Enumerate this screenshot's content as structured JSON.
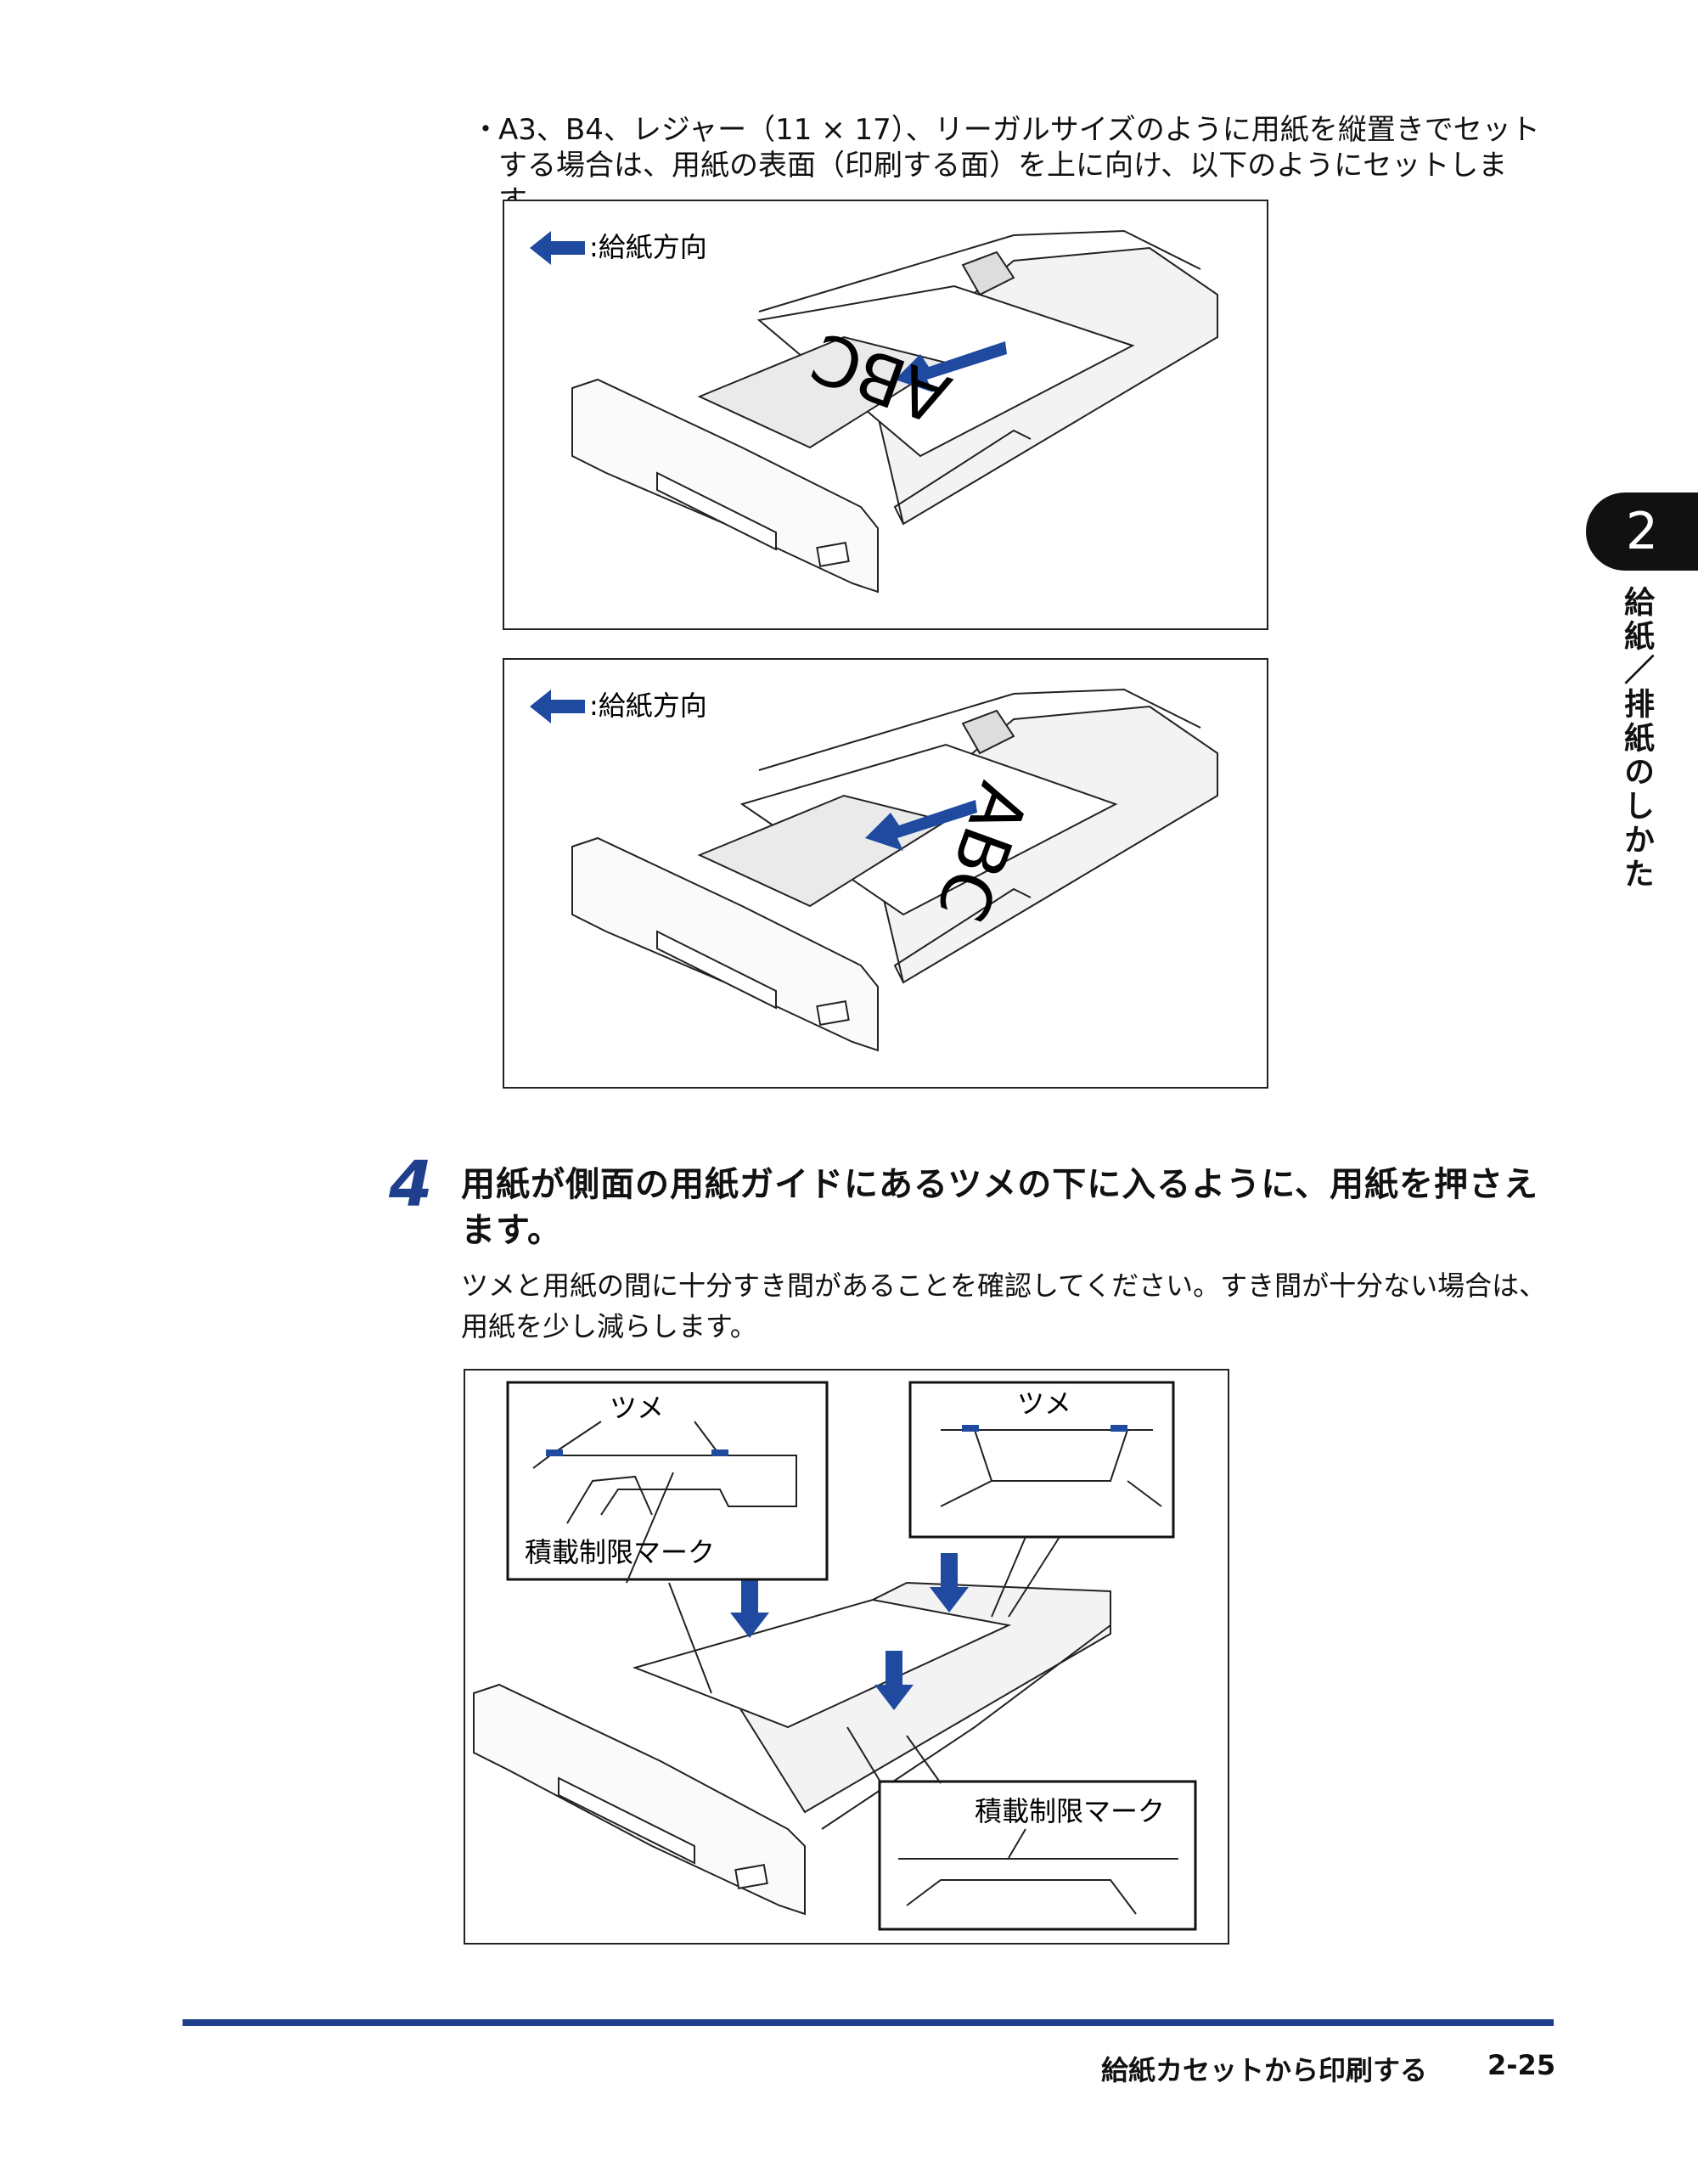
{
  "bullet": {
    "mark": "・",
    "text": "A3、B4、レジャー（11 × 17）、リーガルサイズのように用紙を縦置きでセットする場合は、用紙の表面（印刷する面）を上に向け、以下のようにセットします。"
  },
  "figure1": {
    "legend": ":給紙方向",
    "paper_text": "ABC"
  },
  "figure2": {
    "legend": ":給紙方向",
    "paper_text": "ABC"
  },
  "step4": {
    "number": "4",
    "title": "用紙が側面の用紙ガイドにあるツメの下に入るように、用紙を押さえます。",
    "body": "ツメと用紙の間に十分すき間があることを確認してください。すき間が十分ない場合は、用紙を少し減らします。"
  },
  "figure3": {
    "inset_left_top": "ツメ",
    "inset_left_bottom": "積載制限マーク",
    "inset_right_top": "ツメ",
    "inset_bottom_right": "積載制限マーク"
  },
  "side_tab": {
    "chapter": "2",
    "title": "給紙／排紙のしかた"
  },
  "footer": {
    "section": "給紙カセットから印刷する",
    "page": "2-25"
  },
  "colors": {
    "accent": "#1f3f8c",
    "arrow": "#1f4aa0"
  }
}
